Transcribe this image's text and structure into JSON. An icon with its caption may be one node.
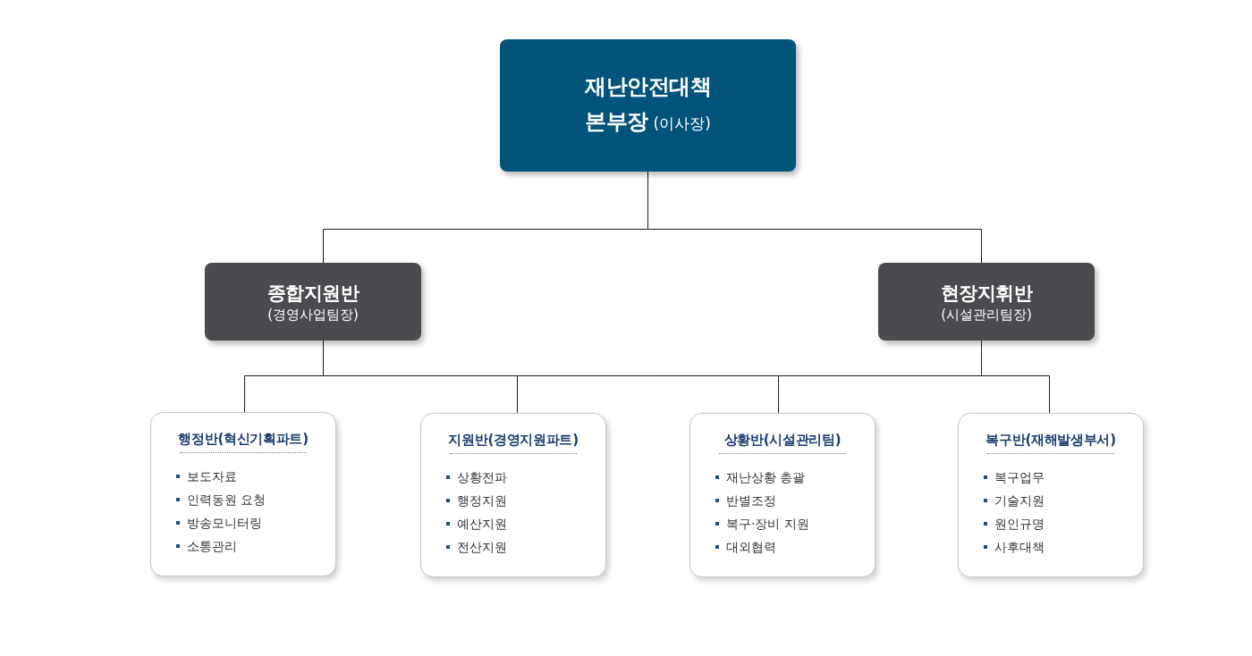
{
  "diagram": {
    "nodes": [
      {
        "text": [
          "재난안전대책 본부장",
          "(이사장)"
        ]
      },
      {
        "text": [
          "종합지원반",
          "(경영사업팀장)"
        ]
      },
      {
        "text": [
          "현장지휘반",
          "(시설관리팀장)"
        ]
      },
      {
        "text": [
          "행정반(혁신기획파트)",
          "보도자료",
          "인력동원 요청",
          "방송모니터링",
          "소통관리"
        ]
      },
      {
        "text": [
          "지원반(경영지원파트)",
          "상황전파",
          "행정지원",
          "예산지원",
          "전산지원"
        ]
      },
      {
        "text": [
          "상황반(시설관리팀)",
          "재난상황 총괄",
          "반별조정",
          "복구·장비 지원",
          "대외협력"
        ]
      },
      {
        "text": [
          "복구반(재해발생부서)",
          "복구업무",
          "기술지원",
          "원인규명",
          "사후대책"
        ]
      }
    ],
    "edges": [
      {
        "from": 0,
        "to": 1,
        "arrow": "none"
      },
      {
        "from": 0,
        "to": 2,
        "arrow": "none"
      },
      {
        "from": 1,
        "to": 3,
        "arrow": "none"
      },
      {
        "from": 1,
        "to": 4,
        "arrow": "none"
      },
      {
        "from": 1,
        "to": 5,
        "arrow": "none"
      },
      {
        "from": 1,
        "to": 6,
        "arrow": "none"
      },
      {
        "from": 2,
        "to": 3,
        "arrow": "none"
      },
      {
        "from": 2,
        "to": 4,
        "arrow": "none"
      },
      {
        "from": 2,
        "to": 5,
        "arrow": "none"
      },
      {
        "from": 2,
        "to": 6,
        "arrow": "none"
      }
    ]
  }
}
